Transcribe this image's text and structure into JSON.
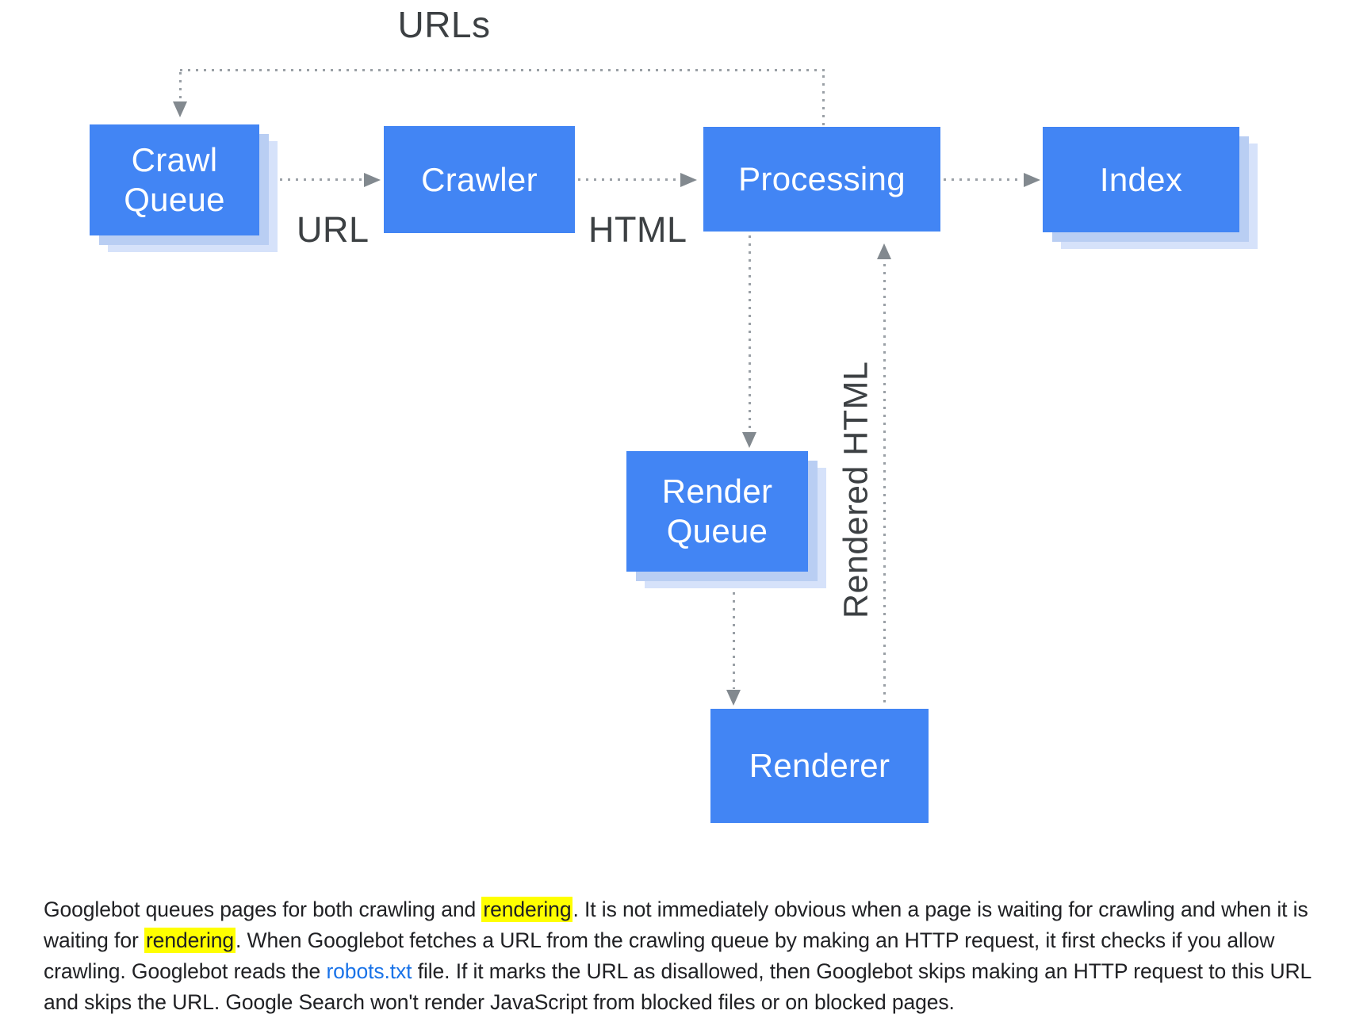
{
  "diagram": {
    "loop_label": "URLs",
    "nodes": [
      {
        "id": "crawl-queue",
        "label": "Crawl Queue",
        "stacked_shadow": true
      },
      {
        "id": "crawler",
        "label": "Crawler",
        "stacked_shadow": false
      },
      {
        "id": "processing",
        "label": "Processing",
        "stacked_shadow": false
      },
      {
        "id": "index",
        "label": "Index",
        "stacked_shadow": true
      },
      {
        "id": "render-queue",
        "label": "Render Queue",
        "stacked_shadow": true
      },
      {
        "id": "renderer",
        "label": "Renderer",
        "stacked_shadow": false
      }
    ],
    "edges": [
      {
        "from": "processing",
        "to": "crawl-queue",
        "label": "URLs",
        "style": "dotted"
      },
      {
        "from": "crawl-queue",
        "to": "crawler",
        "label": "URL",
        "style": "dotted"
      },
      {
        "from": "crawler",
        "to": "processing",
        "label": "HTML",
        "style": "dotted"
      },
      {
        "from": "processing",
        "to": "index",
        "label": "",
        "style": "dotted"
      },
      {
        "from": "processing",
        "to": "render-queue",
        "label": "",
        "style": "dotted"
      },
      {
        "from": "render-queue",
        "to": "renderer",
        "label": "",
        "style": "dotted"
      },
      {
        "from": "renderer",
        "to": "processing",
        "label": "Rendered HTML",
        "style": "dotted"
      }
    ],
    "colors": {
      "node_blue": "#4285f4",
      "node_text": "#ffffff",
      "shadow_light_blue_1": "#b9cef3",
      "shadow_light_blue_2": "#d6e2fa",
      "dotted_line_gray": "#9aa0a6",
      "arrowhead_gray": "#82898f",
      "label_gray": "#3c4043",
      "body_text": "#202124",
      "link_blue": "#1a73e8",
      "highlight_yellow": "#ffff00",
      "background": "#ffffff"
    }
  },
  "paragraph": {
    "full_text": "Googlebot queues pages for both crawling and rendering. It is not immediately obvious when a page is waiting for crawling and when it is waiting for rendering. When Googlebot fetches a URL from the crawling queue by making an HTTP request, it first checks if you allow crawling. Googlebot reads the robots.txt file. If it marks the URL as disallowed, then Googlebot skips making an HTTP request to this URL and skips the URL. Google Search won't render JavaScript from blocked files or on blocked pages.",
    "lines": [
      [
        {
          "t": "Googlebot queues pages for both crawling and "
        },
        {
          "t": "rendering",
          "hl": true
        },
        {
          "t": ". It is not immediately obvious when a page is waiting for crawling and when it is"
        }
      ],
      [
        {
          "t": "waiting for "
        },
        {
          "t": "rendering",
          "hl": true
        },
        {
          "t": ". When Googlebot fetches a URL from the crawling queue by making an HTTP request, it first checks if you allow"
        }
      ],
      [
        {
          "t": "crawling. Googlebot reads the "
        },
        {
          "t": "robots.txt",
          "link": true
        },
        {
          "t": " file. If it marks the URL as disallowed, then Googlebot skips making an HTTP request to this URL"
        }
      ],
      [
        {
          "t": "and skips the URL. Google Search won't render JavaScript from blocked files or on blocked pages."
        }
      ]
    ]
  }
}
